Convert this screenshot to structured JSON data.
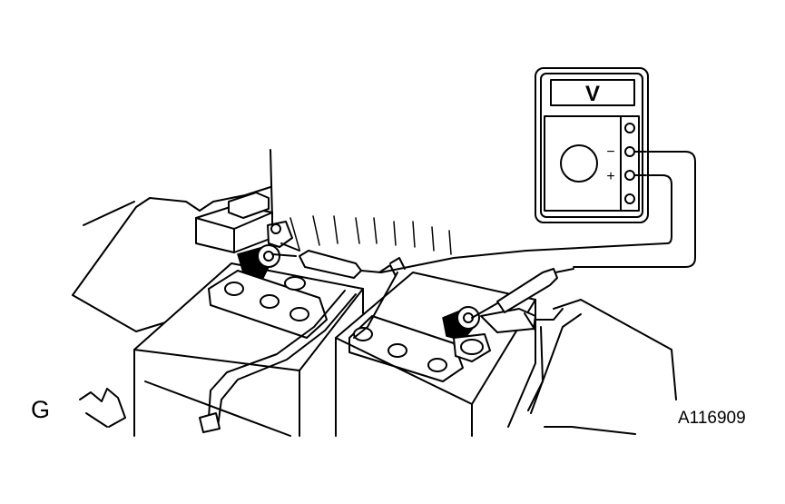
{
  "figure": {
    "corner_letter": "G",
    "figure_id": "A116909"
  },
  "meter": {
    "display_text": "V",
    "minus_label": "−",
    "plus_label": "+"
  },
  "icons": {
    "voltmeter": "voltmeter-icon",
    "battery_left": "battery-icon",
    "battery_right": "battery-icon",
    "probe_negative": "probe-icon",
    "probe_positive": "probe-icon"
  },
  "colors": {
    "ink": "#000000",
    "paper": "#ffffff"
  }
}
